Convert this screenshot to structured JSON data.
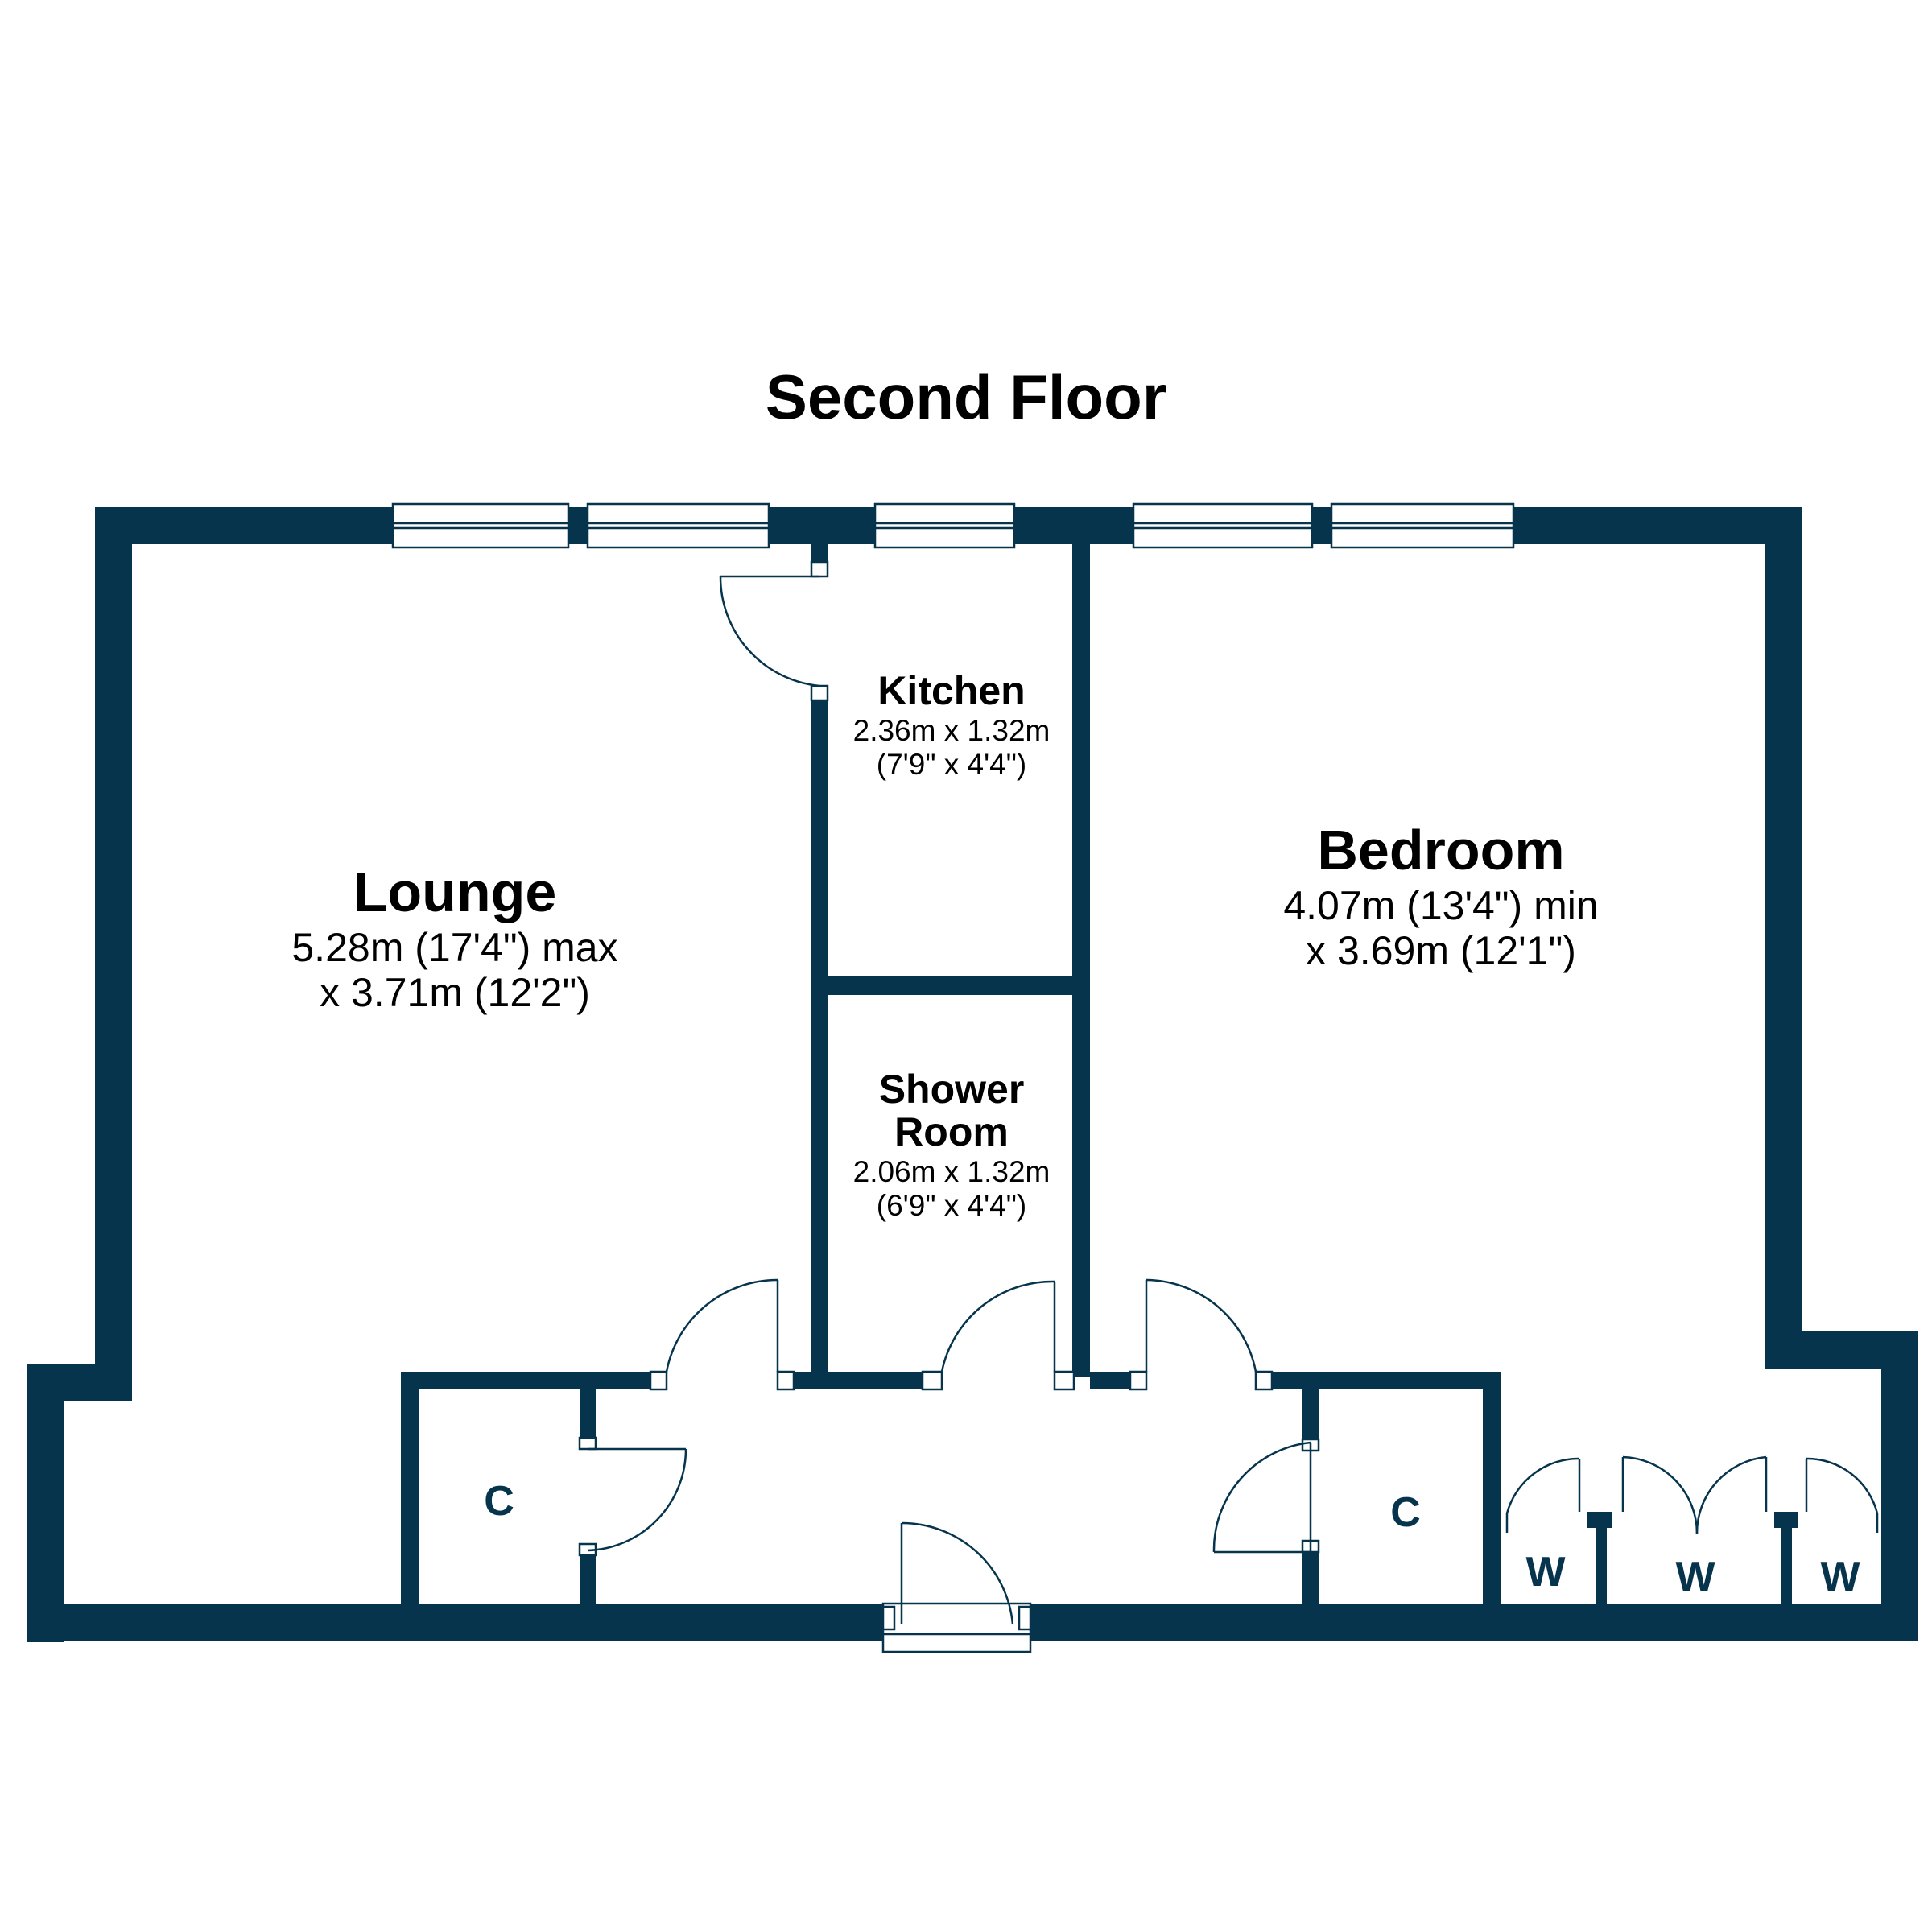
{
  "title": "Second Floor",
  "colors": {
    "wall": "#06344d",
    "line": "#06344d",
    "background": "#ffffff"
  },
  "rooms": {
    "lounge": {
      "name": "Lounge",
      "dim1": "5.28m (17'4\") max",
      "dim2": "x 3.71m (12'2\")"
    },
    "kitchen": {
      "name": "Kitchen",
      "dim1": "2.36m x 1.32m",
      "dim2": "(7'9\" x 4'4\")"
    },
    "bedroom": {
      "name": "Bedroom",
      "dim1": "4.07m (13'4\") min",
      "dim2": "x 3.69m (12'1\")"
    },
    "shower": {
      "name1": "Shower",
      "name2": "Room",
      "dim1": "2.06m x 1.32m",
      "dim2": "(6'9\" x 4'4\")"
    }
  },
  "storage": {
    "cupboard_left": "C",
    "cupboard_right": "C",
    "wardrobe_1": "W",
    "wardrobe_2": "W",
    "wardrobe_3": "W"
  }
}
